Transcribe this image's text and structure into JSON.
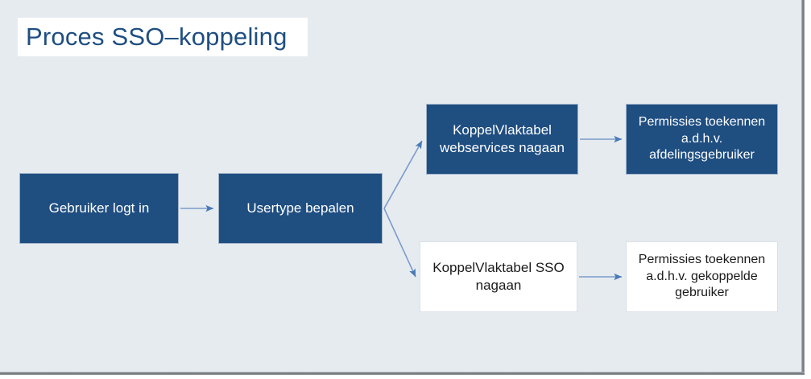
{
  "slide": {
    "title": "Proces SSO–koppeling",
    "background_color": "#e6ebf0",
    "accent_color": "#1f4e81",
    "connector_color": "#7a9ccb"
  },
  "diagram": {
    "type": "flowchart",
    "nodes": [
      {
        "id": "login",
        "label": "Gebruiker logt in",
        "style": "filled"
      },
      {
        "id": "usertype",
        "label": "Usertype bepalen",
        "style": "filled"
      },
      {
        "id": "kvt_ws",
        "label": "KoppelVlaktabel webservices nagaan",
        "style": "filled"
      },
      {
        "id": "perm_afd",
        "label": "Permissies toekennen a.d.h.v. afdelingsgebruiker",
        "style": "filled"
      },
      {
        "id": "kvt_sso",
        "label": "KoppelVlaktabel SSO nagaan",
        "style": "hollow"
      },
      {
        "id": "perm_gek",
        "label": "Permissies toekennen a.d.h.v. gekoppelde gebruiker",
        "style": "hollow"
      }
    ],
    "edges": [
      {
        "from": "login",
        "to": "usertype",
        "direction": "horizontal"
      },
      {
        "from": "usertype",
        "to": "kvt_ws",
        "direction": "diagonal-up"
      },
      {
        "from": "usertype",
        "to": "kvt_sso",
        "direction": "diagonal-down"
      },
      {
        "from": "kvt_ws",
        "to": "perm_afd",
        "direction": "horizontal"
      },
      {
        "from": "kvt_sso",
        "to": "perm_gek",
        "direction": "horizontal"
      }
    ]
  }
}
